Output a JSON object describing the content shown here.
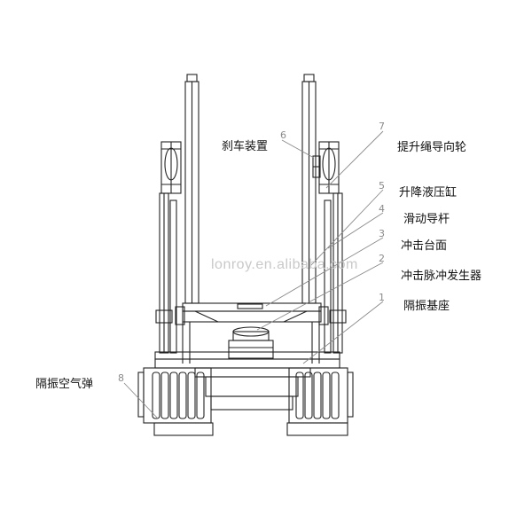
{
  "watermark": "lonroy.en.alibaba.com",
  "colors": {
    "line": "#222222",
    "leader": "#8a8a8a",
    "watermark": "#c9c9c9"
  },
  "components": [
    {
      "number": "1",
      "label": "隔振基座"
    },
    {
      "number": "2",
      "label": "冲击脉冲发生器"
    },
    {
      "number": "3",
      "label": "冲击台面"
    },
    {
      "number": "4",
      "label": "滑动导杆"
    },
    {
      "number": "5",
      "label": "升降液压缸"
    },
    {
      "number": "6",
      "label": "刹车装置"
    },
    {
      "number": "7",
      "label": "提升绳导向轮"
    },
    {
      "number": "8",
      "label": "隔振空气弹"
    }
  ]
}
